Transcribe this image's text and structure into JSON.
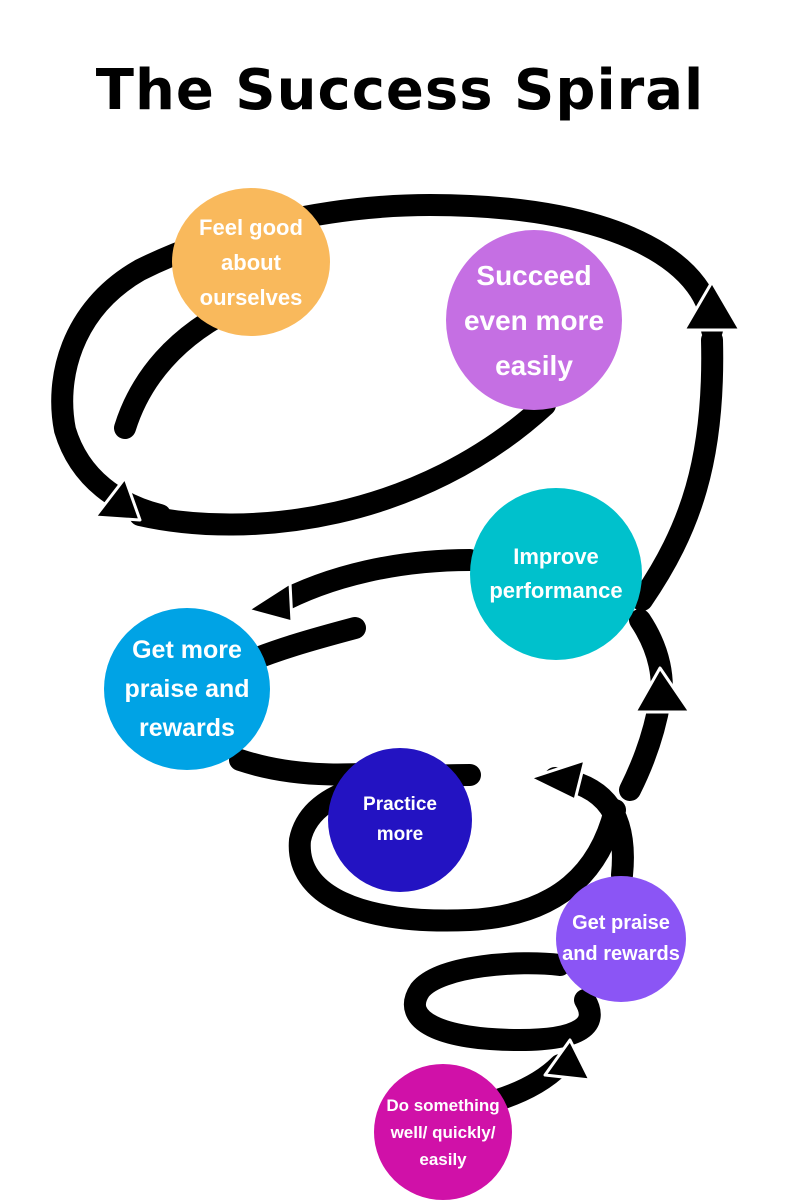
{
  "title": "The Success Spiral",
  "colors": {
    "background": "#ffffff",
    "spiral": "#000000",
    "feel_good": "#f9b95c",
    "succeed": "#c56fe3",
    "improve": "#00c1cc",
    "get_more": "#00a3e5",
    "practice": "#2313c2",
    "get_praise": "#8b55f5",
    "do_something": "#d011a8"
  },
  "nodes": {
    "feel_good": "Feel good about ourselves",
    "succeed": "Succeed even more easily",
    "improve": "Improve performance",
    "get_more": "Get more praise and rewards",
    "practice": "Practice more",
    "get_praise": "Get praise and rewards",
    "do_something": "Do something well/ quickly/ easily"
  }
}
